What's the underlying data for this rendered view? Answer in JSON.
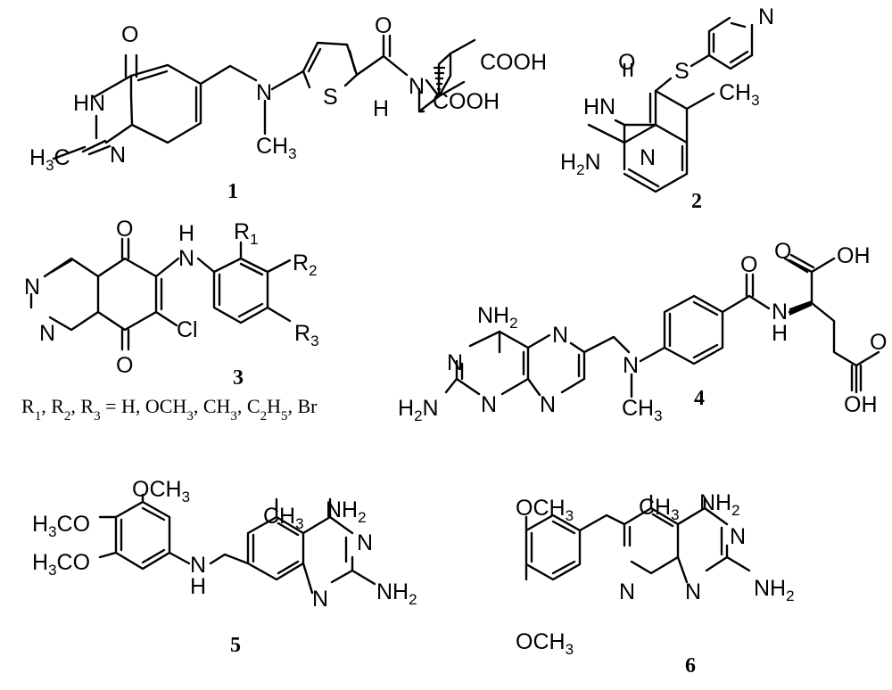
{
  "compounds": [
    {
      "number": "1",
      "labels": {
        "o4": "O",
        "hn3": "HN",
        "n1": "N",
        "h3c": "H3C",
        "n_amine": "N",
        "ch3": "CH3",
        "s": "S",
        "o_amide": "O",
        "nh": "N",
        "h": "H",
        "cooh_top": "COOH",
        "cooh_bottom": "COOH"
      }
    },
    {
      "number": "2",
      "labels": {
        "n_pyr": "N",
        "s": "S",
        "o": "O",
        "ch3": "CH3",
        "hn": "HN",
        "n": "N",
        "h2n": "H2N"
      }
    },
    {
      "number": "3",
      "labels": {
        "n_top": "N",
        "n_bottom": "N",
        "o_top": "O",
        "o_bottom": "O",
        "h": "H",
        "n_amine": "N",
        "cl": "Cl",
        "r1": "R1",
        "r2": "R2",
        "r3": "R3"
      },
      "legend": "R1, R2, R3 = H, OCH3, CH3, C2H5, Br"
    },
    {
      "number": "4",
      "labels": {
        "nh2": "NH2",
        "n_a": "N",
        "n_b": "N",
        "n_c": "N",
        "n_d": "N",
        "h2n": "H2N",
        "n_amine": "N",
        "ch3": "CH3",
        "o_amide": "O",
        "nh": "N",
        "h": "H",
        "o_acid1": "O",
        "oh_acid1": "OH",
        "o_acid2": "O",
        "oh_acid2": "OH"
      }
    },
    {
      "number": "5",
      "labels": {
        "och3_top": "OCH3",
        "h3co_a": "H3CO",
        "h3co_b": "H3CO",
        "n_amine": "N",
        "h": "H",
        "ch3": "CH3",
        "nh2_top": "NH2",
        "n_a": "N",
        "n_b": "N",
        "nh2_bottom": "NH2"
      }
    },
    {
      "number": "6",
      "labels": {
        "och3_top": "OCH3",
        "och3_bottom": "OCH3",
        "ch3": "CH3",
        "nh2_top": "NH2",
        "n_a": "N",
        "n_b": "N",
        "n_c": "N",
        "nh2_bottom": "NH2"
      }
    }
  ]
}
